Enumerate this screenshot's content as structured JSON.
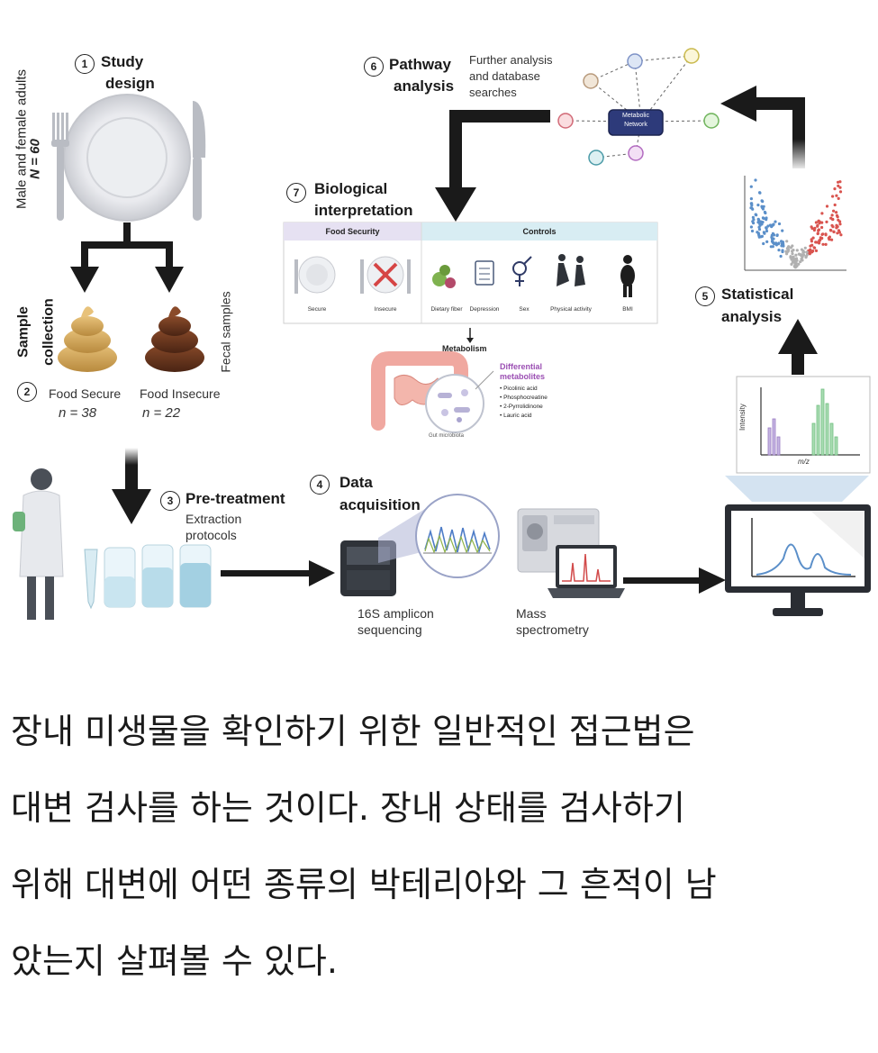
{
  "figure": {
    "step1": {
      "num": "1",
      "title_l1": "Study",
      "title_l2": "design"
    },
    "cohort": {
      "n": "N = 60",
      "label": "Male and female adults"
    },
    "step2": {
      "num": "2",
      "title_l1": "Sample",
      "title_l2": "collection"
    },
    "fecal_samples": "Fecal samples",
    "group_secure": {
      "label": "Food Secure",
      "n": "n = 38"
    },
    "group_insecure": {
      "label": "Food Insecure",
      "n": "n = 22"
    },
    "step3": {
      "num": "3",
      "title": "Pre-treatment",
      "sub_l1": "Extraction",
      "sub_l2": "protocols"
    },
    "step4": {
      "num": "4",
      "title_l1": "Data",
      "title_l2": "acquisition"
    },
    "sequencing": {
      "l1": "16S amplicon",
      "l2": "sequencing"
    },
    "mass_spec": {
      "l1": "Mass",
      "l2": "spectrometry"
    },
    "step5": {
      "num": "5",
      "title_l1": "Statistical",
      "title_l2": "analysis"
    },
    "spectrum": {
      "ylabel": "Intensity",
      "xlabel": "m/z"
    },
    "step6": {
      "num": "6",
      "title_l1": "Pathway",
      "title_l2": "analysis",
      "sub_l1": "Further analysis",
      "sub_l2": "and database",
      "sub_l3": "searches"
    },
    "network": {
      "l1": "Metabolic",
      "l2": "Network"
    },
    "step7": {
      "num": "7",
      "title_l1": "Biological",
      "title_l2": "interpretation"
    },
    "interp_table": {
      "food_security": "Food Security",
      "controls": "Controls",
      "columns": [
        "Secure",
        "Insecure",
        "Dietary fiber",
        "Depression",
        "Sex",
        "Physical activity",
        "BMI"
      ]
    },
    "metabolism": {
      "title": "Metabolism",
      "gut": "Gut microbiota",
      "diff_l1": "Differential",
      "diff_l2": "metabolites",
      "items": [
        "• Picolinic acid",
        "• Phosphocreatine",
        "• 2-Pyrrolidinone",
        "• Lauric acid"
      ]
    },
    "colors": {
      "blue": "#5b8fc9",
      "red": "#d9544f",
      "purple": "#9b7ec4",
      "green": "#6fbf7f",
      "arrow": "#1a1a1a"
    }
  },
  "caption": {
    "line1": "장내 미생물을 확인하기 위한 일반적인 접근법은",
    "line2": "대변 검사를 하는 것이다. 장내 상태를 검사하기",
    "line3": "위해 대변에 어떤 종류의 박테리아와 그 흔적이 남",
    "line4": "았는지 살펴볼 수 있다."
  }
}
